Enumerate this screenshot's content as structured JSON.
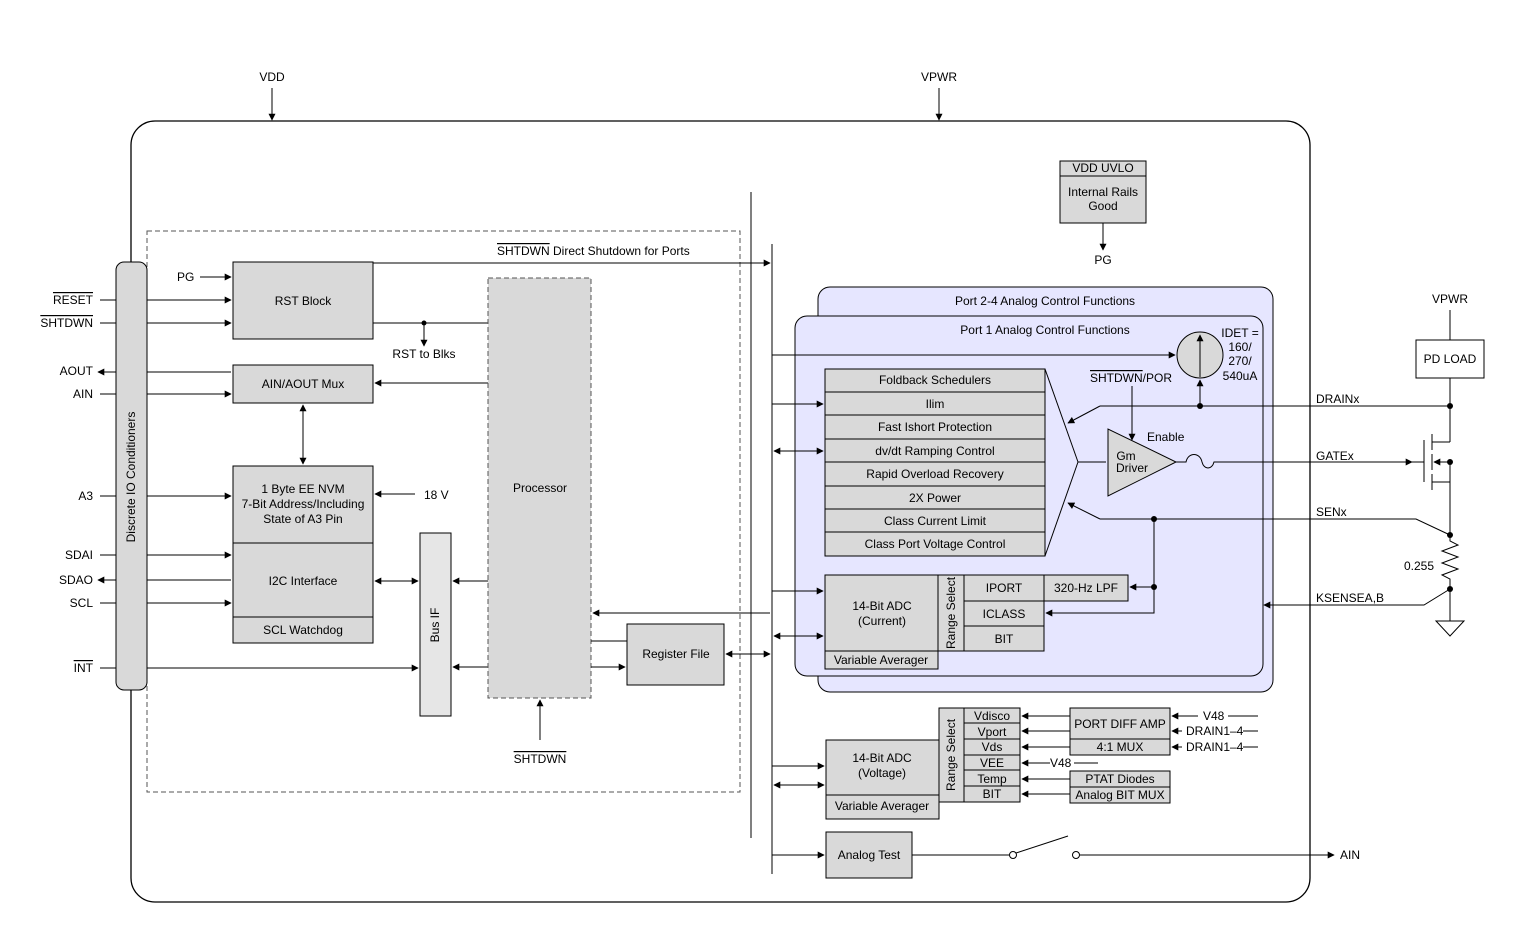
{
  "pins": {
    "vdd": "VDD",
    "vpwr": "VPWR",
    "reset": "RESET",
    "shtdwn": "SHTDWN",
    "aout": "AOUT",
    "ain": "AIN",
    "a3": "A3",
    "sdai": "SDAI",
    "sdao": "SDAO",
    "scl": "SCL",
    "int": "INT",
    "ain_out": "AIN"
  },
  "io": {
    "conditioners": "Discrete IO Conditioners"
  },
  "digital": {
    "pg_in": "PG",
    "rst_block": "RST Block",
    "rst_to_blks": "RST to Blks",
    "shtdwn_direct_a": "SHTDWN",
    "shtdwn_direct_b": " Direct Shutdown for Ports",
    "ain_aout_mux": "AIN/AOUT Mux",
    "nvm_line1": "1 Byte EE NVM",
    "nvm_line2": "7-Bit Address/Including",
    "nvm_line3": "State of A3 Pin",
    "v18": "18 V",
    "i2c": "I2C Interface",
    "scl_watchdog": "SCL Watchdog",
    "bus_if": "Bus IF",
    "processor": "Processor",
    "register_file": "Register File",
    "shtdwn_bottom": "SHTDWN"
  },
  "uvlo": {
    "title": "VDD UVLO",
    "line1": "Internal Rails",
    "line2": "Good",
    "pg_out": "PG"
  },
  "port_analog": {
    "port24": "Port 2-4 Analog Control Functions",
    "port1": "Port 1 Analog Control Functions",
    "functions": [
      "Foldback Schedulers",
      "Ilim",
      "Fast Ishort Protection",
      "dv/dt Ramping Control",
      "Rapid Overload Recovery",
      "2X Power",
      "Class Current Limit",
      "Class Port Voltage Control"
    ],
    "idet_line1": "IDET =",
    "idet_line2": "160/",
    "idet_line3": "270/",
    "idet_line4": "540uA",
    "shtdwn_por_a": "SHTDWN",
    "shtdwn_por_b": "/POR",
    "enable": "Enable",
    "gm_line1": "Gm",
    "gm_line2": "Driver",
    "adc_cur_line1": "14-Bit ADC",
    "adc_cur_line2": "(Current)",
    "range_select": "Range Select",
    "iport": "IPORT",
    "iclass": "ICLASS",
    "bit": "BIT",
    "lpf": "320-Hz LPF",
    "var_avg": "Variable Averager"
  },
  "external": {
    "drainx": "DRAINx",
    "gatex": "GATEx",
    "senx": "SENx",
    "ksense": "KSENSEA,B",
    "vpwr": "VPWR",
    "pd_load": "PD LOAD",
    "resistor": "0.255"
  },
  "voltage_adc": {
    "line1": "14-Bit ADC",
    "line2": "(Voltage)",
    "var_avg": "Variable Averager",
    "range_select": "Range Select",
    "inputs": [
      "Vdisco",
      "Vport",
      "Vds",
      "VEE",
      "Temp",
      "BIT"
    ],
    "port_diff_amp": "PORT DIFF AMP",
    "mux": "4:1 MUX",
    "v48a": "V48",
    "drain1": "DRAIN1–4",
    "drain2": "DRAIN1–4",
    "v48b": "V48",
    "ptat": "PTAT Diodes",
    "analog_bit_mux": "Analog BIT MUX"
  },
  "analog_test": "Analog Test"
}
